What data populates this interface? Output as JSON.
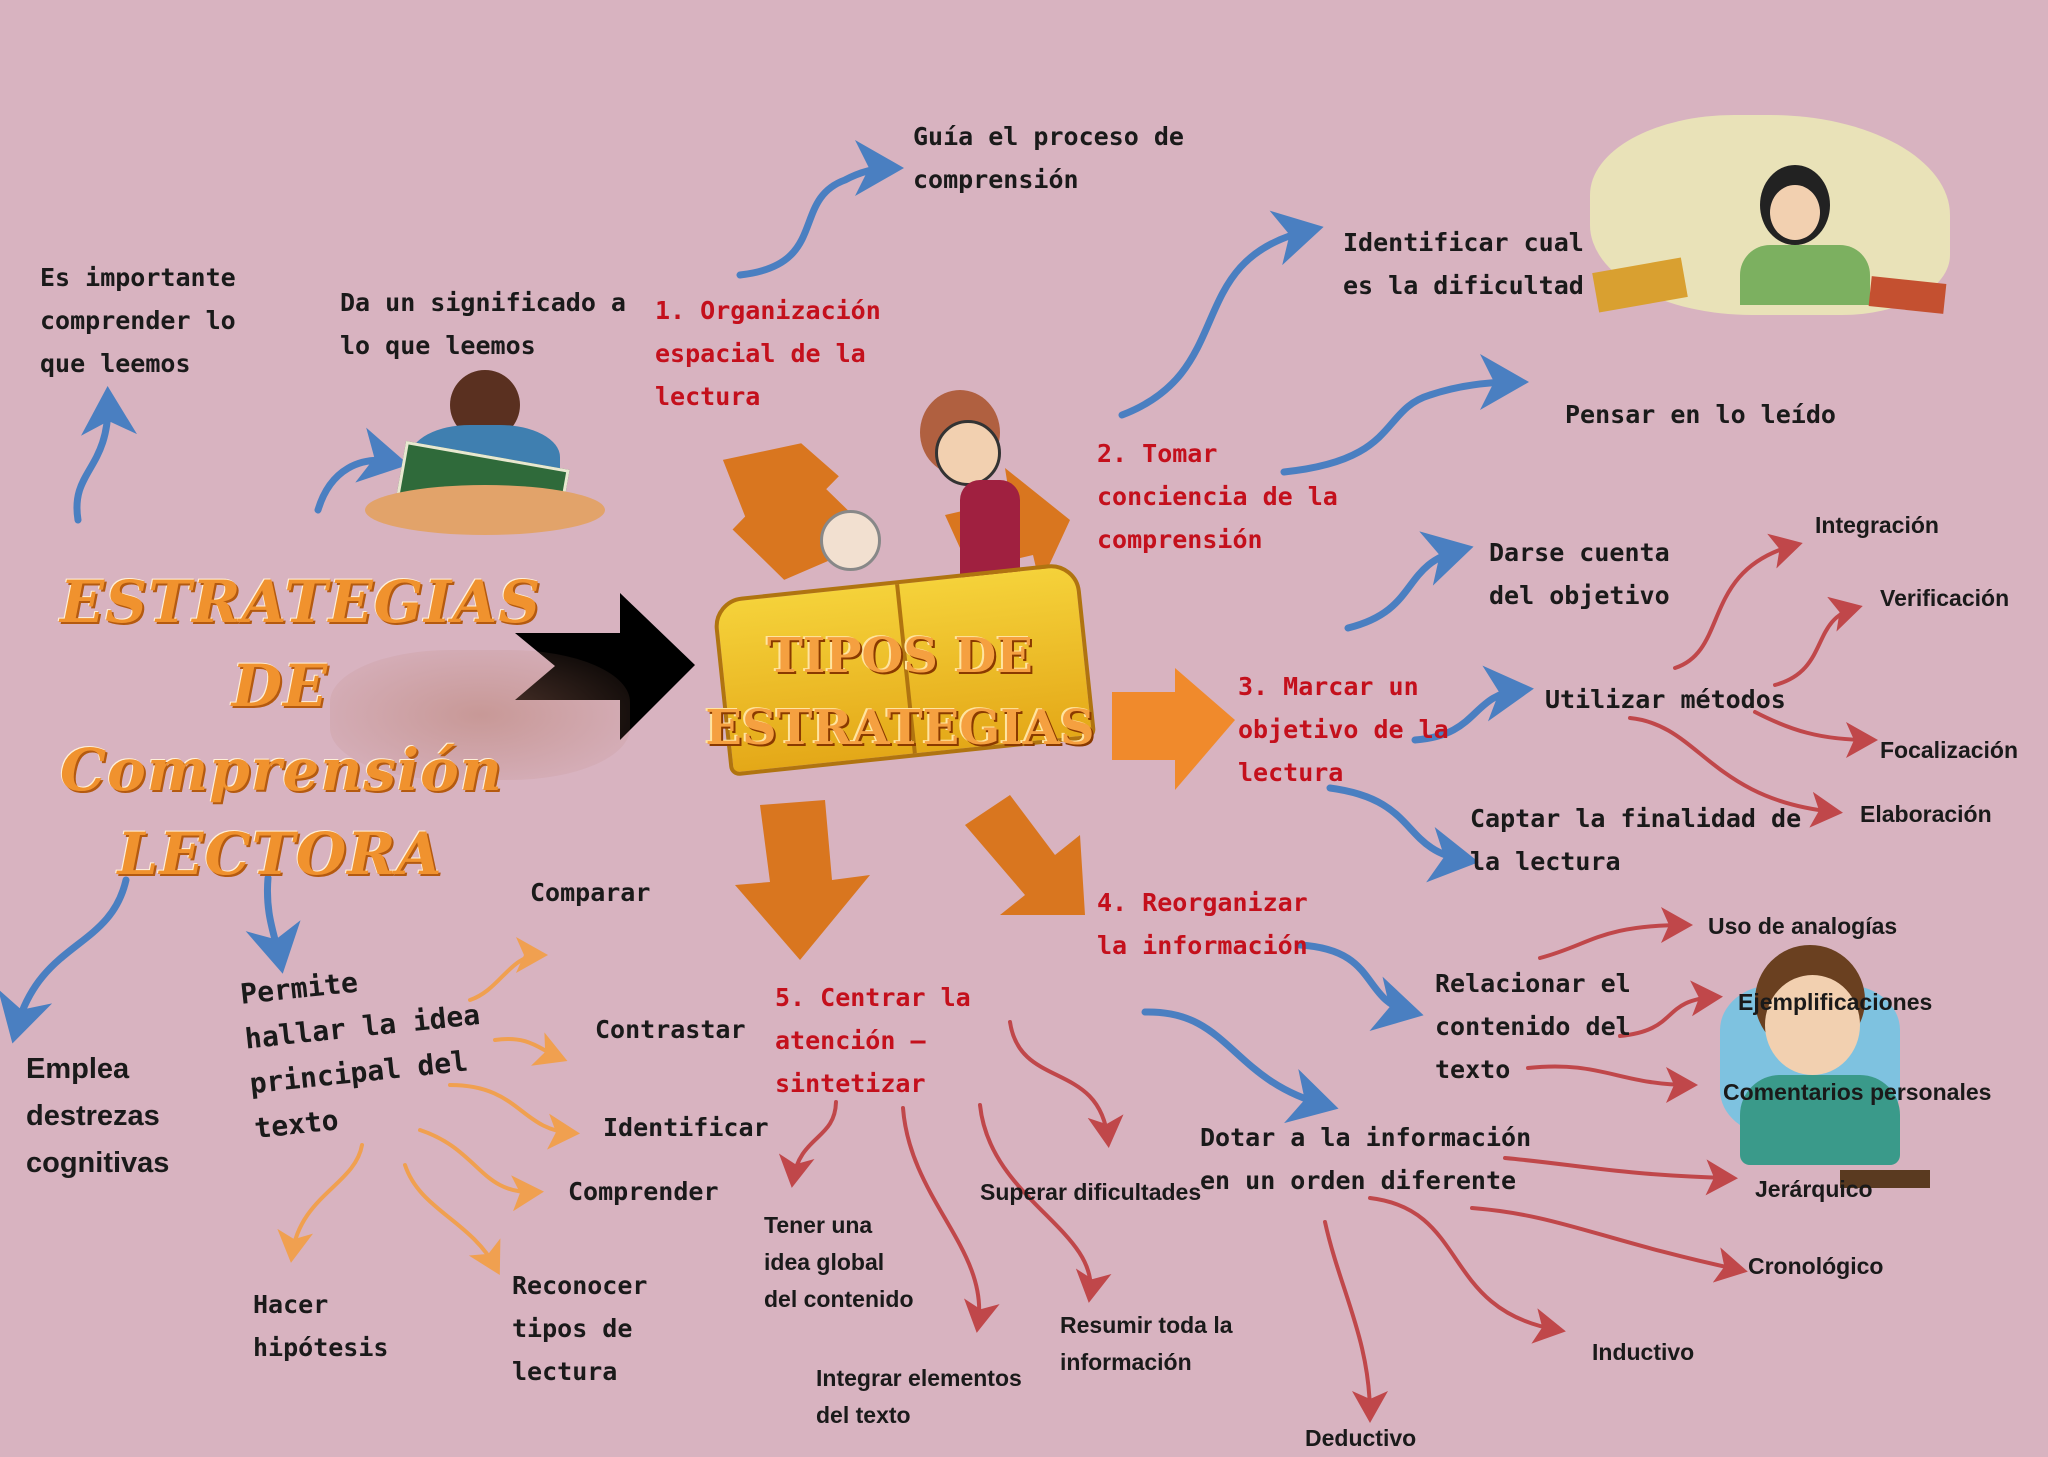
{
  "main_title": "ESTRATEGIAS\nDE\nComprensión\nLECTORA",
  "center_title": "TIPOS DE\nESTRATEGIAS",
  "left_branch": {
    "importance": "Es importante\ncomprender lo\nque leemos",
    "meaning": "Da un significado a\nlo que leemos",
    "skills": "Emplea\ndestrezas\ncognitivas",
    "main_idea": "Permite\nhallar la idea\nprincipal del\ntexto",
    "compare": "Comparar",
    "contrast": "Contrastar",
    "identify": "Identificar",
    "understand": "Comprender",
    "hypothesis": "Hacer\nhipótesis",
    "recognize": "Reconocer\ntipos de\nlectura"
  },
  "strategies": {
    "s1": "1. Organización\nespacial de la\nlectura",
    "s2": "2. Tomar\nconciencia de la\ncomprensión",
    "s3": "3. Marcar un\nobjetivo de la\nlectura",
    "s4": "4. Reorganizar\nla información",
    "s5": "5. Centrar la\natención –\nsintetizar"
  },
  "s1_items": {
    "guide": "Guía el proceso de\ncomprensión"
  },
  "s2_items": {
    "identify": "Identificar cual\nes la dificultad",
    "think": "Pensar en lo leído"
  },
  "s3_items": {
    "objective": "Darse cuenta\ndel objetivo",
    "methods": "Utilizar  métodos",
    "purpose": "Captar la finalidad de\nla lectura",
    "methods_list": [
      "Integración",
      "Verificación",
      "Focalización",
      "Elaboración"
    ]
  },
  "s4_items": {
    "relate": "Relacionar el\ncontenido del\ntexto",
    "order": "Dotar a la información\nen un orden diferente",
    "relate_list": [
      "Uso de analogías",
      "Ejemplificaciones",
      "Comentarios personales"
    ],
    "order_list": [
      "Jerárquico",
      "Cronológico",
      "Inductivo",
      "Deductivo"
    ]
  },
  "s5_items": {
    "global": "Tener una\nidea global\ndel contenido",
    "integrate": "Integrar elementos\ndel texto",
    "overcome": "Superar dificultades",
    "summarize": "Resumir toda la\ninformación"
  },
  "colors": {
    "background": "#d8b3c0",
    "blue_arrow": "#4a7fc1",
    "red_arrow": "#c0474a",
    "orange_arrow": "#e0792a",
    "orange_light": "#f0a050",
    "heading_red": "#c4101c",
    "title_orange": "#f0922e"
  }
}
